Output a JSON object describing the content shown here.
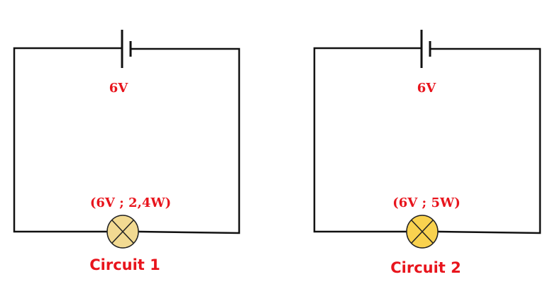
{
  "colors": {
    "wire": "#111111",
    "label": "#e8141c",
    "lamp_dim": "#f2da92",
    "lamp_bright": "#f9d24f"
  },
  "circuits": [
    {
      "title": "Circuit 1",
      "battery_label": "6V",
      "lamp_rating": "(6V ; 2,4W)",
      "lamp_icon": "lamp-icon"
    },
    {
      "title": "Circuit 2",
      "battery_label": "6V",
      "lamp_rating": "(6V ; 5W)",
      "lamp_icon": "lamp-icon"
    }
  ]
}
